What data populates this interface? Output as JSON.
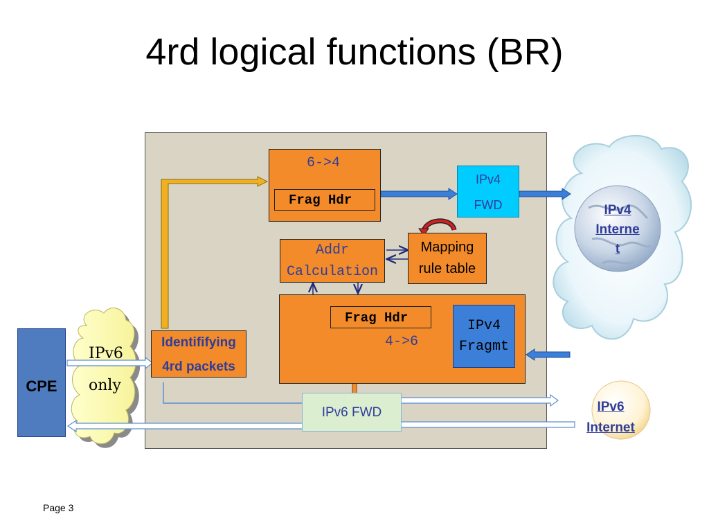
{
  "slide": {
    "title": "4rd logical functions (BR)",
    "page_label": "Page 3"
  },
  "diagram": {
    "box_6to4": {
      "label": "6->4",
      "frag_hdr": "Frag Hdr"
    },
    "ipv4_fwd": {
      "line1": "IPv4",
      "line2": "FWD"
    },
    "addr_calc": {
      "line1": "Addr",
      "line2": "Calculation"
    },
    "mapping": {
      "line1": "Mapping",
      "line2": "rule table"
    },
    "box_4to6": {
      "frag_hdr": "Frag Hdr",
      "label": "4->6"
    },
    "ipv4_fragmt": {
      "line1": "IPv4",
      "line2": "Fragmt"
    },
    "identify": {
      "line1": "Identififying",
      "line2": "4rd packets"
    },
    "ipv6_fwd": {
      "label": "IPv6 FWD"
    },
    "cpe": {
      "label": "CPE"
    },
    "ipv6_only": {
      "line1": "IPv6",
      "line2": "only"
    },
    "ipv4_internet": {
      "line1": "IPv4",
      "line2": "Interne",
      "line3": "t"
    },
    "ipv6_internet": {
      "line1": "IPv6",
      "line2": "Internet"
    }
  },
  "colors": {
    "orange": "#f38b2a",
    "panel": "#d9d4c4",
    "cyan": "#00ccff",
    "cpe_blue": "#4f7bbf",
    "arrow_blue": "#3b7fd9",
    "arrow_yellow": "#f0b020",
    "text_blue": "#2f3d99"
  }
}
